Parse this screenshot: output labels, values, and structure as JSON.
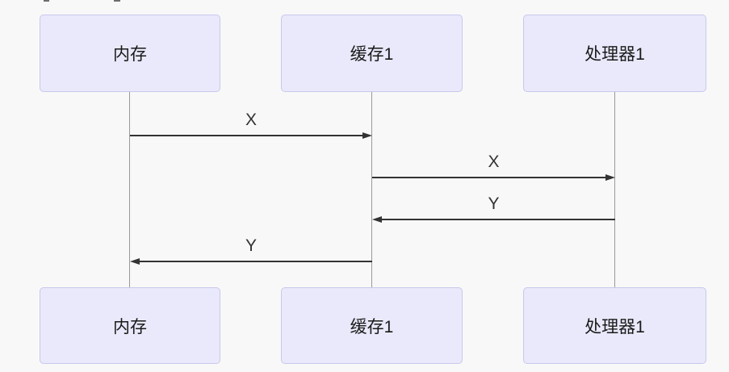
{
  "diagram": {
    "type": "sequence-diagram"
  },
  "actors": [
    {
      "id": "memory",
      "label": "内存"
    },
    {
      "id": "cache1",
      "label": "缓存1"
    },
    {
      "id": "processor1",
      "label": "处理器1"
    }
  ],
  "messages": [
    {
      "label": "X",
      "from": "内存",
      "to": "缓存1",
      "direction": "right"
    },
    {
      "label": "X",
      "from": "缓存1",
      "to": "处理器1",
      "direction": "right"
    },
    {
      "label": "Y",
      "from": "处理器1",
      "to": "缓存1",
      "direction": "left"
    },
    {
      "label": "Y",
      "from": "缓存1",
      "to": "内存",
      "direction": "left"
    }
  ],
  "colors": {
    "background": "#f8f8f8",
    "actor-fill": "#e9e9fb",
    "actor-border": "#c8c8ec",
    "actor-text": "#1a1a1a",
    "message-line": "#333333",
    "message-text": "#333333",
    "lifeline": "#999999"
  }
}
